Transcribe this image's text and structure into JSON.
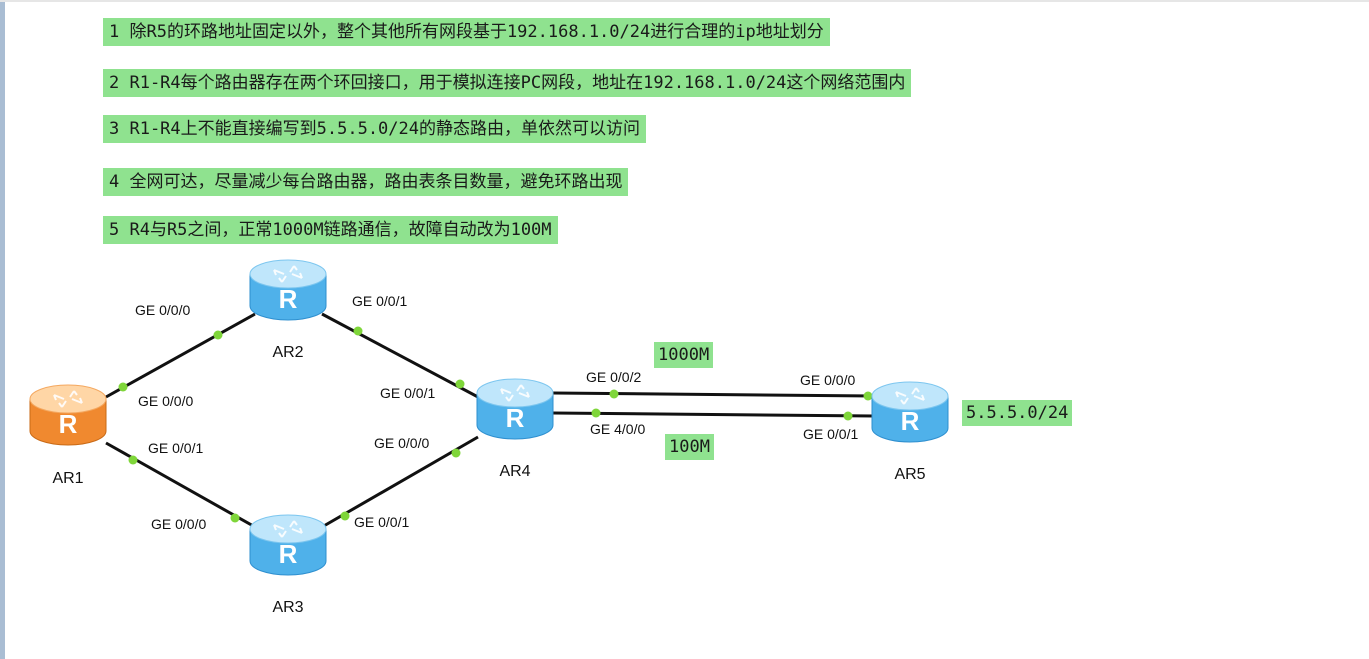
{
  "requirements": [
    "1 除R5的环路地址固定以外，整个其他所有网段基于192.168.1.0/24进行合理的ip地址划分",
    "2 R1-R4每个路由器存在两个环回接口，用于模拟连接PC网段，地址在192.168.1.0/24这个网络范围内",
    "3 R1-R4上不能直接编写到5.5.5.0/24的静态路由，单依然可以访问",
    "4 全网可达，尽量减少每台路由器，路由表条目数量，避免环路出现",
    "5 R4与R5之间，正常1000M链路通信，故障自动改为100M"
  ],
  "router_icon_letter": "R",
  "routers": [
    {
      "id": "AR1",
      "label": "AR1",
      "color": "orange"
    },
    {
      "id": "AR2",
      "label": "AR2",
      "color": "blue"
    },
    {
      "id": "AR3",
      "label": "AR3",
      "color": "blue"
    },
    {
      "id": "AR4",
      "label": "AR4",
      "color": "blue"
    },
    {
      "id": "AR5",
      "label": "AR5",
      "color": "blue"
    }
  ],
  "links": [
    {
      "from": "AR1",
      "from_port": "GE 0/0/0",
      "to": "AR2",
      "to_port": "GE 0/0/0"
    },
    {
      "from": "AR1",
      "from_port": "GE 0/0/1",
      "to": "AR3",
      "to_port": "GE 0/0/0"
    },
    {
      "from": "AR2",
      "from_port": "GE 0/0/1",
      "to": "AR4",
      "to_port": "GE 0/0/1"
    },
    {
      "from": "AR3",
      "from_port": "GE 0/0/1",
      "to": "AR4",
      "to_port": "GE 0/0/0"
    },
    {
      "from": "AR4",
      "from_port": "GE 0/0/2",
      "to": "AR5",
      "to_port": "GE 0/0/0",
      "speed": "1000M"
    },
    {
      "from": "AR4",
      "from_port": "GE 4/0/0",
      "to": "AR5",
      "to_port": "GE 0/0/1",
      "speed": "100M"
    }
  ],
  "network_label": "5.5.5.0/24",
  "colors": {
    "highlight": "#8fe28f",
    "link": "#111111",
    "port_dot": "#7fd63a",
    "router_blue_top": "#bfe6fb",
    "router_blue_body": "#4fb1ea",
    "router_orange_top": "#ffd6a6",
    "router_orange_body": "#f0892f"
  }
}
